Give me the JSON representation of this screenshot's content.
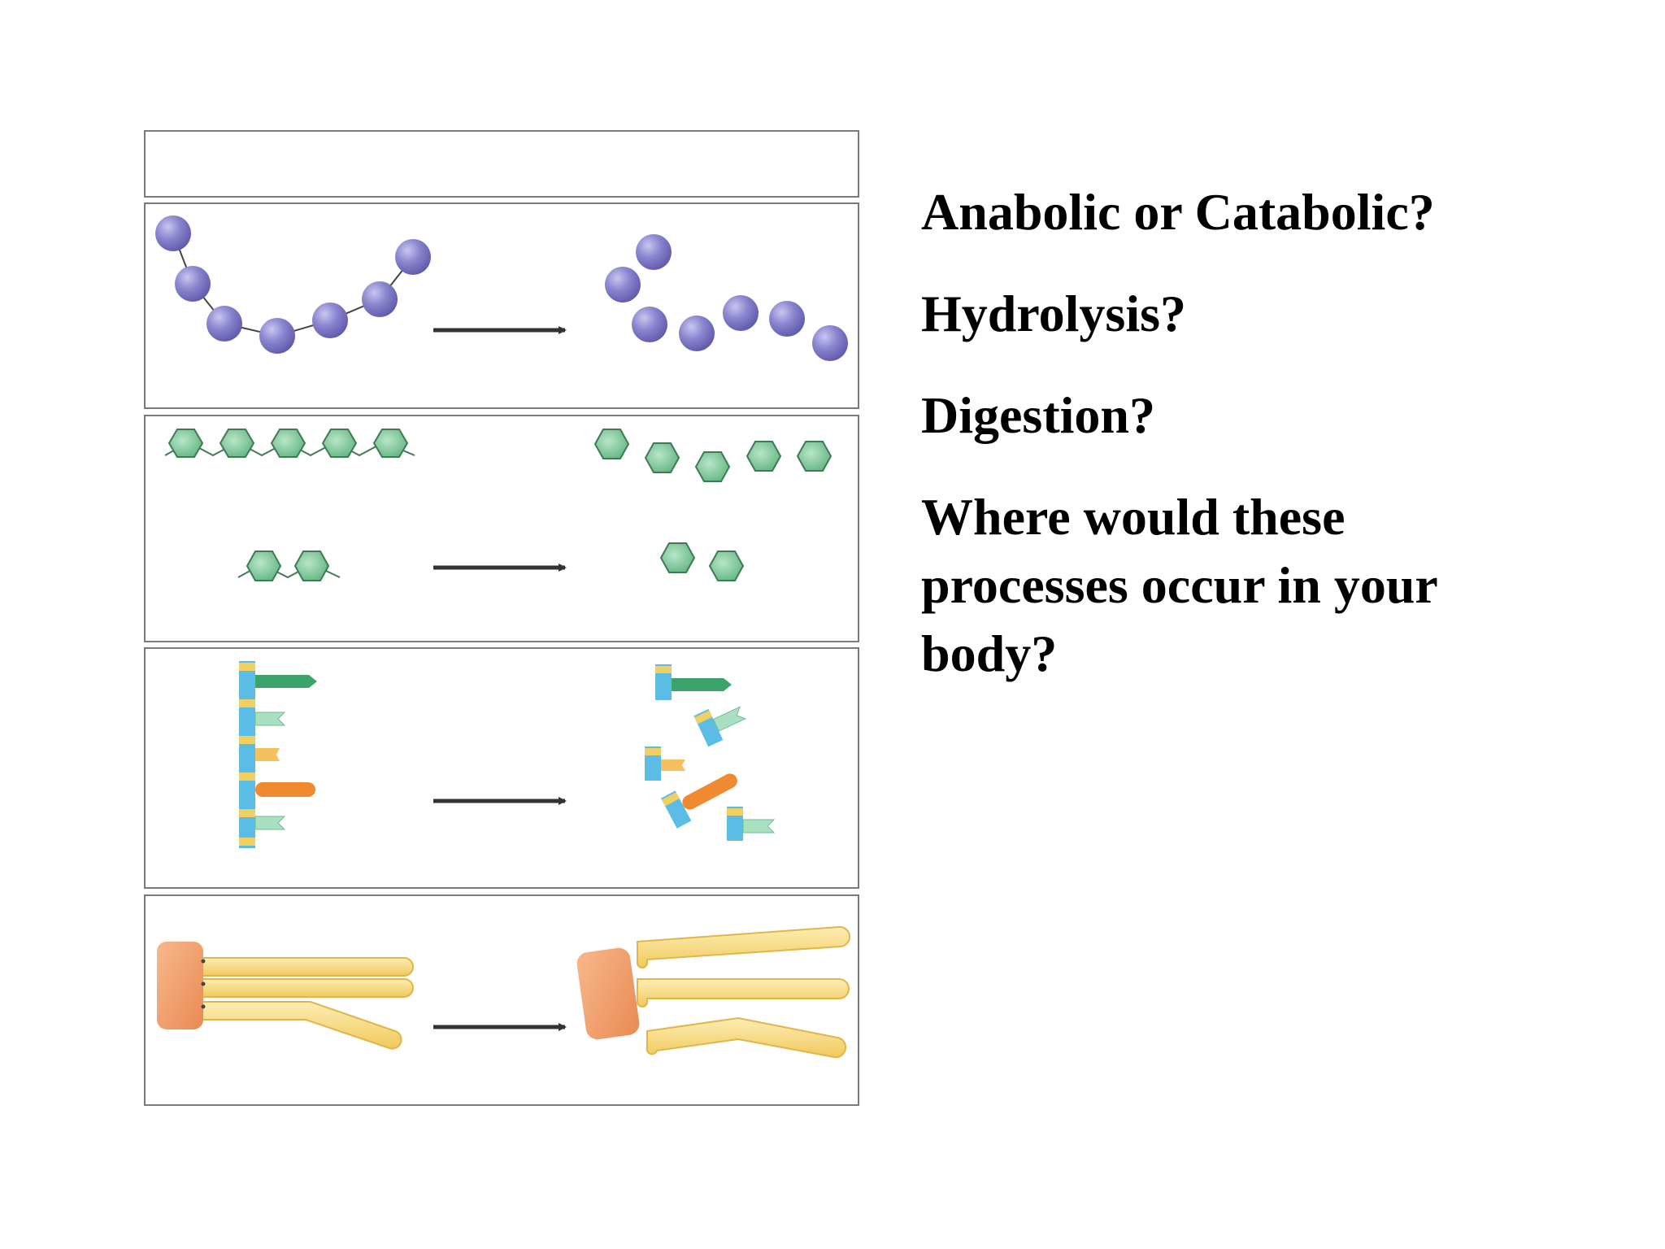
{
  "slide": {
    "questions": [
      {
        "lines": [
          "Anabolic or Catabolic?"
        ]
      },
      {
        "lines": [
          "Hydrolysis?"
        ]
      },
      {
        "lines": [
          "Digestion?"
        ]
      },
      {
        "lines": [
          "Where would these",
          "processes occur in your",
          "body?"
        ]
      }
    ]
  },
  "colors": {
    "protein_bead": "#8b86cf",
    "carb_hexagon": "#86c9a0",
    "nucleic_backbone": "#5bbde6",
    "nucleic_base_yellow": "#f0cf63",
    "nucleic_green": "#3aa46a",
    "nucleic_light_green": "#a8e0c1",
    "nucleic_orange": "#f08a30",
    "lipid_head": "#f4a070",
    "lipid_tail": "#f9dd8a",
    "arrow": "#333333",
    "panel_border": "#7a7a7a"
  }
}
